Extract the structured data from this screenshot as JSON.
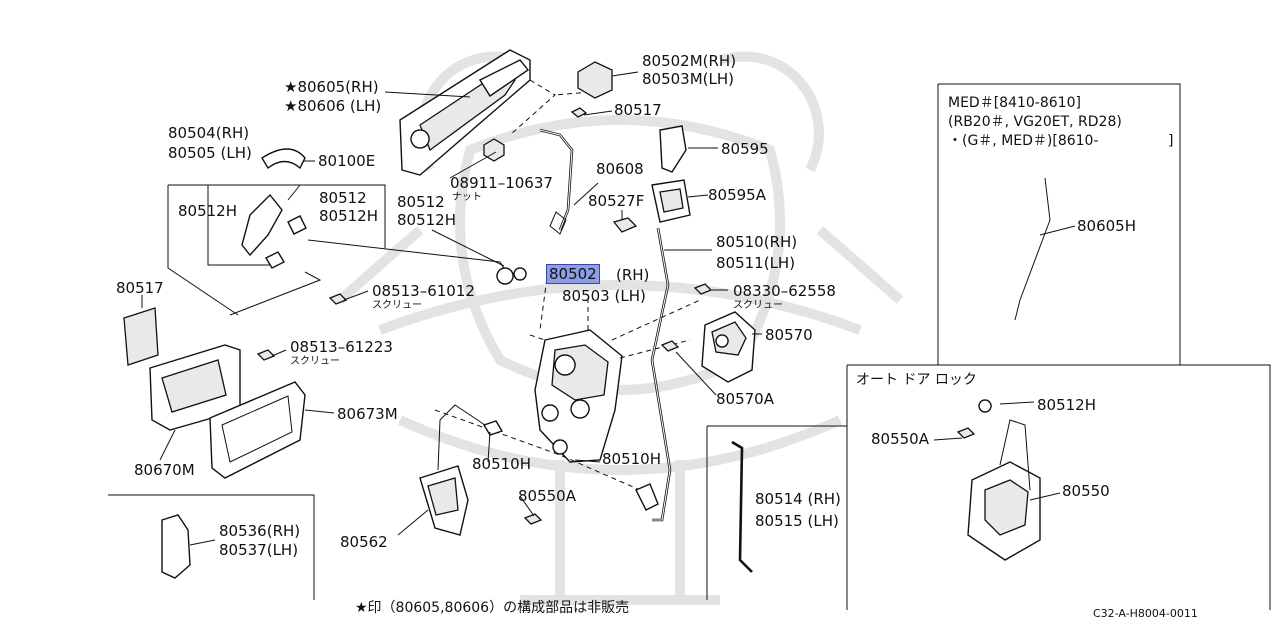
{
  "labels": {
    "p80502m": "80502M(RH)",
    "p80503m": "80503M(LH)",
    "p80605": "★80605(RH)",
    "p80606": "★80606 (LH)",
    "p80517a": "80517",
    "p80504": "80504(RH)",
    "p80505": "80505 (LH)",
    "p80100e": "80100E",
    "p80595": "80595",
    "p08911": "08911–10637",
    "nut": "ナット",
    "p80608": "80608",
    "p80512h_a": "80512H",
    "p80512_b": "80512",
    "p80512h_b": "80512H",
    "p80512_c": "80512",
    "p80512h_c": "80512H",
    "p80527f": "80527F",
    "p80595a": "80595A",
    "p80510": "80510(RH)",
    "p80511": "80511(LH)",
    "p80502_pre": "80502",
    "p80502_post": "(RH)",
    "p80503": "80503 (LH)",
    "p80517b": "80517",
    "p08513a": "08513–61012",
    "screw_a": "スクリュー",
    "p08330": "08330–62558",
    "screw_b": "スクリュー",
    "p08513b": "08513–61223",
    "screw_c": "スクリュー",
    "p80570": "80570",
    "p80570a": "80570A",
    "p80673m": "80673M",
    "p80670m": "80670M",
    "p80510h_a": "80510H",
    "p80510h_b": "80510H",
    "p80550a_main": "80550A",
    "p80562": "80562",
    "p80536": "80536(RH)",
    "p80537": "80537(LH)",
    "p80514": "80514 (RH)",
    "p80515": "80515 (LH)",
    "med1": "MED＃[8410-8610]",
    "med2": "(RB20＃, VG20ET, RD28)",
    "med3": "・(G＃, MED＃)[8610-",
    "med3_end": "]",
    "p80605h": "80605H",
    "auto_lock": "オート ドア ロック",
    "p80512h_d": "80512H",
    "p80550a_inset": "80550A",
    "p80550": "80550",
    "footnote": "★印（80605,80606）の構成部品は非販売",
    "diagram_code": "C32-A-H8004-0011"
  },
  "highlighted_part": "80502",
  "colors": {
    "highlight": "#8e9ee6",
    "highlight_border": "#3848a8",
    "ink": "#111111",
    "watermark": "#e3e3e3"
  }
}
